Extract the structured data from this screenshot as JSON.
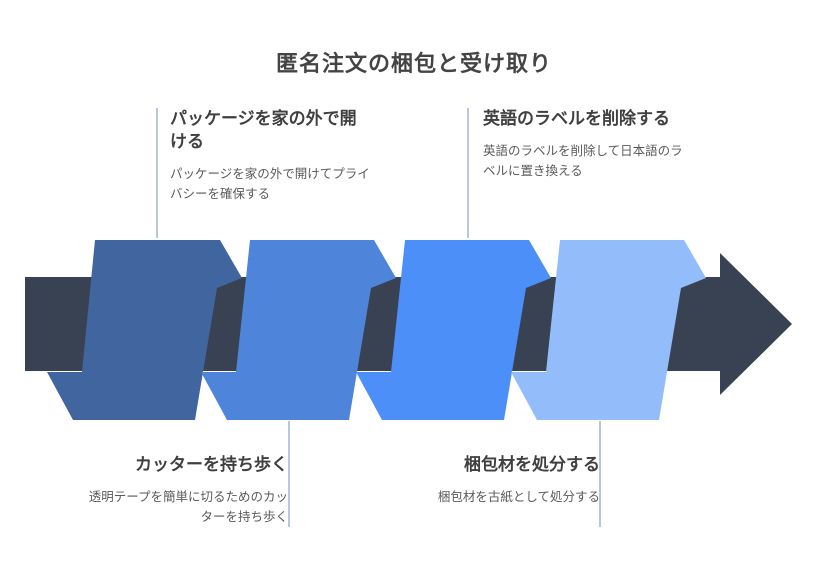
{
  "title": "匿名注文の梱包と受け取り",
  "steps": [
    {
      "title": "カッターを持ち歩く",
      "desc": "透明テープを簡単に切るためのカッターを持ち歩く",
      "color": "#41659f"
    },
    {
      "title": "パッケージを家の外で開ける",
      "desc": "パッケージを家の外で開けてプライバシーを確保する",
      "color": "#4f84db"
    },
    {
      "title": "梱包材を処分する",
      "desc": "梱包材を古紙として処分する",
      "color": "#4d8ff8"
    },
    {
      "title": "英語のラベルを削除する",
      "desc": "英語のラベルを削除して日本語のラベルに置き換える",
      "color": "#93bcfb"
    }
  ],
  "arrow_color": "#384252",
  "line_color": "#9fb6d2"
}
